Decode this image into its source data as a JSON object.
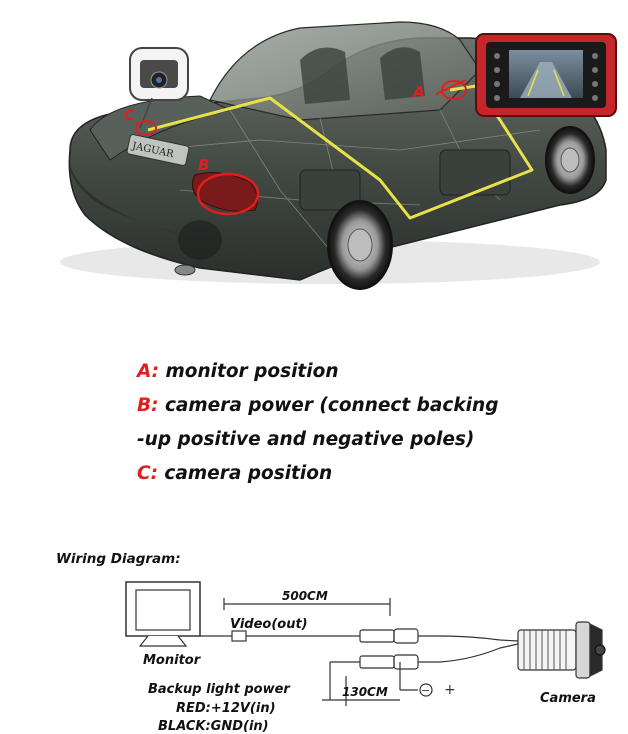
{
  "photo": {
    "badge_text": "JAGUAR",
    "callouts": [
      "A",
      "B",
      "C"
    ]
  },
  "legend": {
    "items": [
      {
        "key": "A:",
        "text": " monitor  position"
      },
      {
        "key": "B:",
        "text": " camera power (connect backing"
      },
      {
        "key": "",
        "text": "-up positive and negative poles)"
      },
      {
        "key": "C:",
        "text": " camera position"
      }
    ]
  },
  "wiring": {
    "title": "Wiring Diagram:",
    "length_main": "500CM",
    "video_label": "Video(out)",
    "monitor_label": "Monitor",
    "backup_label": "Backup light power",
    "red_label": "RED:+12V(in)",
    "black_label": "BLACK:GND(in)",
    "length_power": "130CM",
    "camera_label": "Camera",
    "minus_sign": "−",
    "plus_sign": "+"
  },
  "colors": {
    "accent_red": "#e01e1e",
    "wire_path": "#e8e24a",
    "car_body": "#3e4640"
  }
}
